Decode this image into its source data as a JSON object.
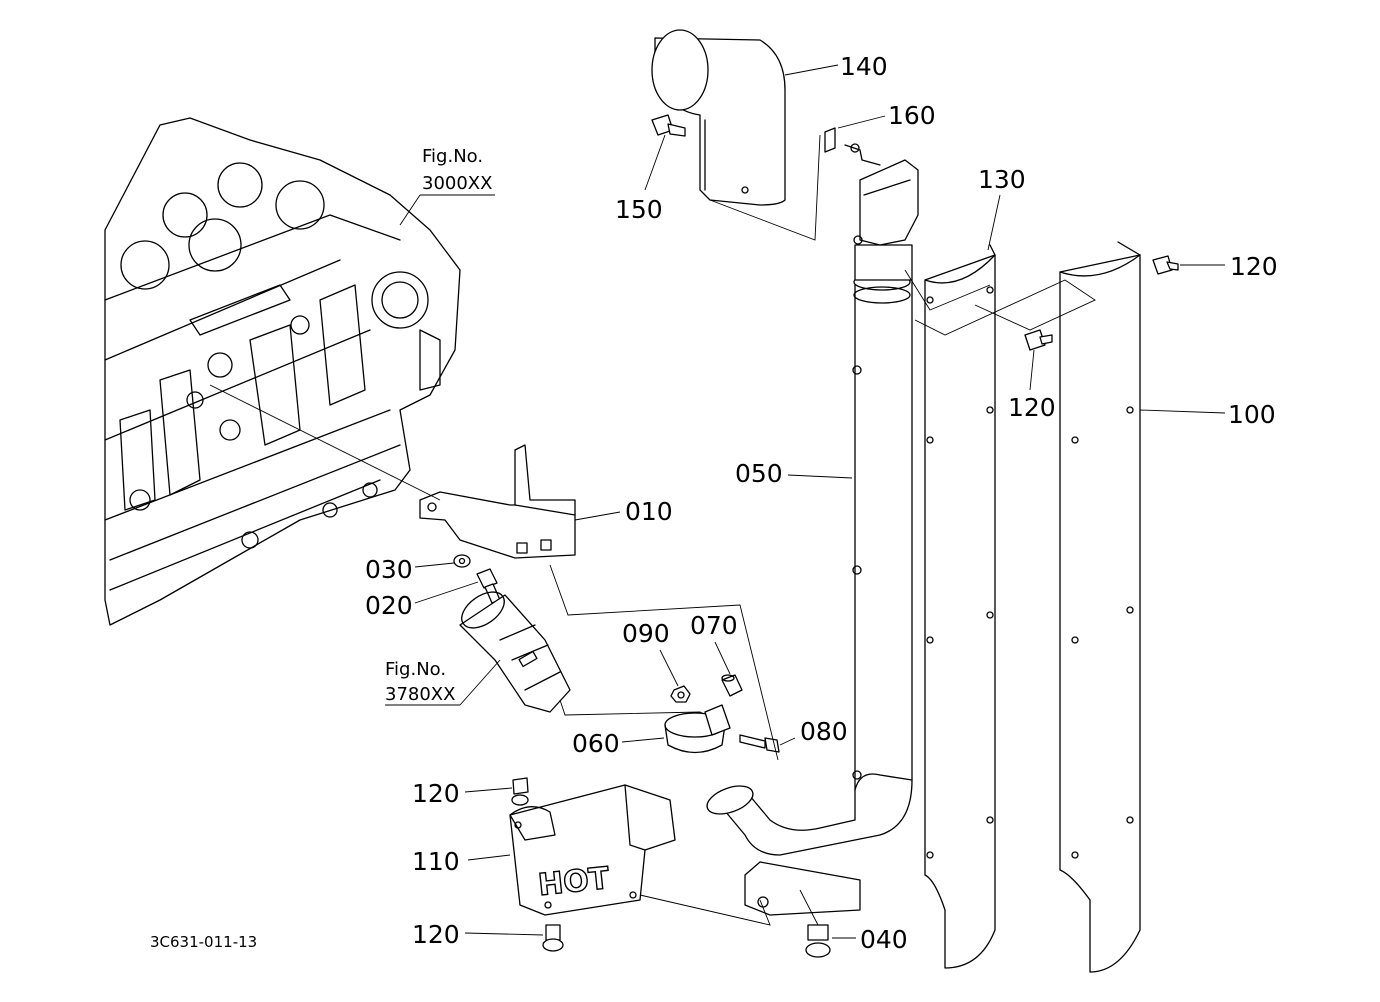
{
  "diagram": {
    "drawing_code": "3C631-011-13",
    "figure_refs": [
      {
        "line1": "Fig.No.",
        "line2": "3000XX"
      },
      {
        "line1": "Fig.No.",
        "line2": "3780XX"
      }
    ],
    "callouts": {
      "p010": "010",
      "p020": "020",
      "p030": "030",
      "p040": "040",
      "p050": "050",
      "p060": "060",
      "p070": "070",
      "p080": "080",
      "p090": "090",
      "p100": "100",
      "p110": "110",
      "p120a": "120",
      "p120b": "120",
      "p120c": "120",
      "p120d": "120",
      "p130": "130",
      "p140": "140",
      "p150": "150",
      "p160": "160"
    },
    "warning_text": "HOT"
  }
}
